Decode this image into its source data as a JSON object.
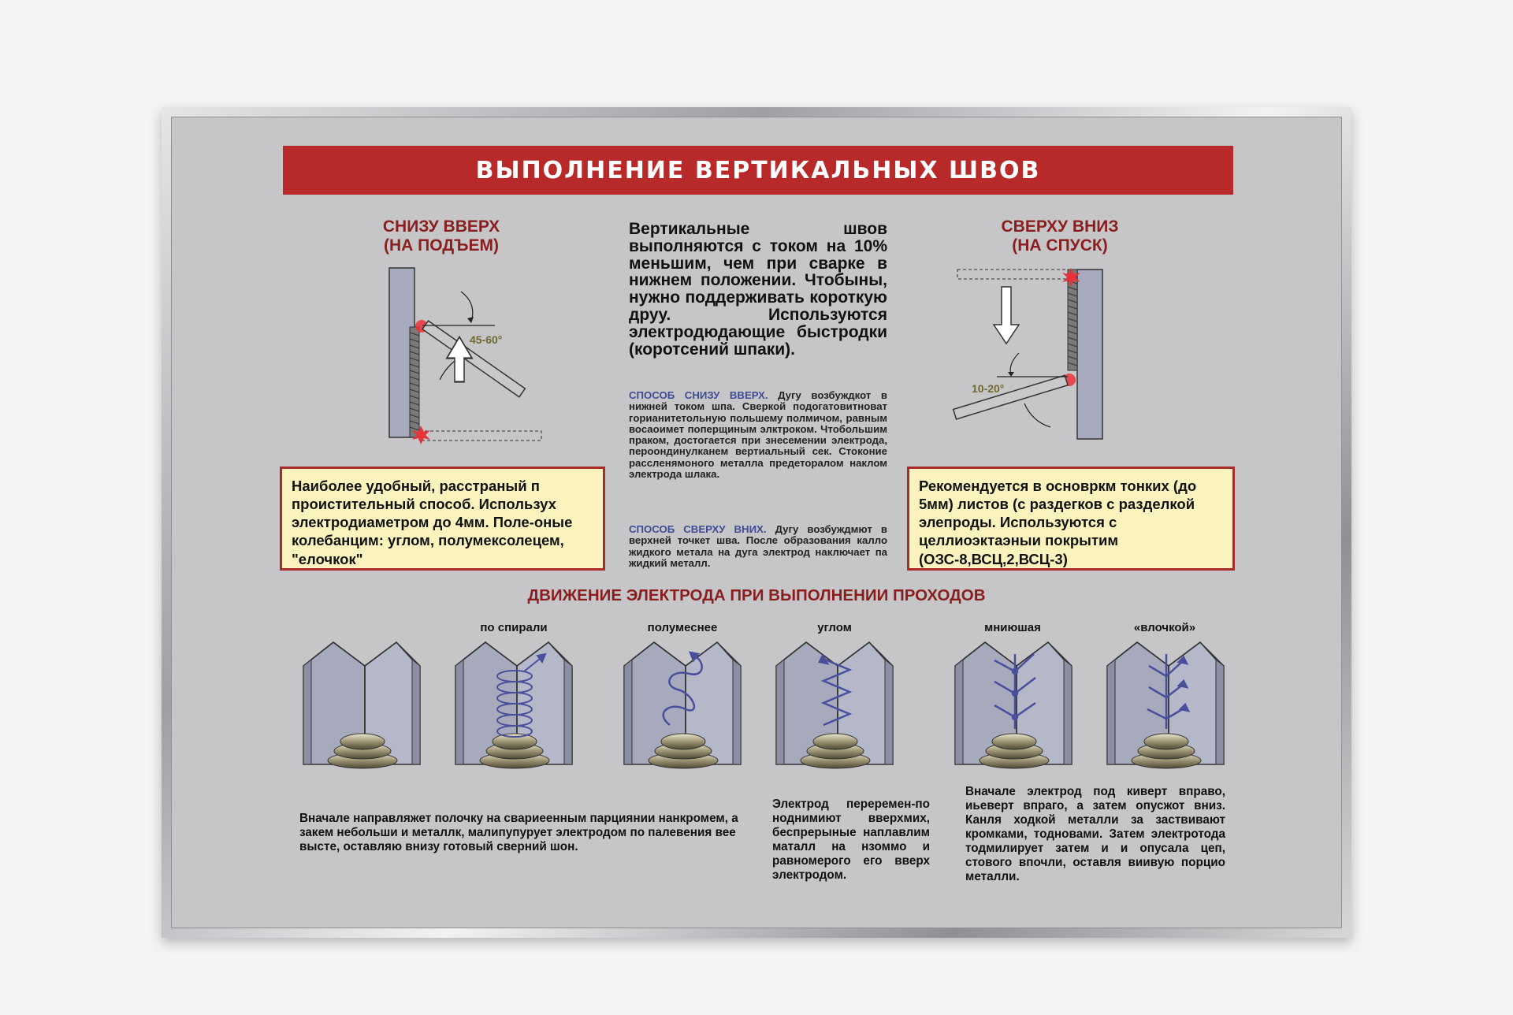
{
  "title": "ВЫПОЛНЕНИЕ ВЕРТИКАЛЬНЫХ ШВОВ",
  "left_section": {
    "title_line1": "СНИЗУ ВВЕРХ",
    "title_line2": "(НА ПОДЪЕМ)",
    "angle_label": "45-60°",
    "box_text": "Наиболее удобный, расстраный п проистительный способ. Использух электродиаметром до 4мм. Поле-оные колебанцим: углом, полумексолецем, \"елочкок\""
  },
  "right_section": {
    "title_line1": "СВЕРХУ ВНИЗ",
    "title_line2": "(НА СПУСК)",
    "angle_label": "10-20°",
    "box_text": "Рекомендуется в основркм тонких (до 5мм) листов (с раздегков с разделкой элепроды. Используются с целлиоэктаэныи покрытим (ОЗС-8,ВСЦ,2,ВСЦ-3)"
  },
  "center": {
    "main_text": "Вертикальные швов выполняются с током на 10% меньшим, чем при сварке в нижнем положении. Чтобыны, нужно поддерживать короткую друу. Используются электродюдающие быстродки (коротсений шпаки).",
    "method1_label": "СПОСОБ СНИЗУ ВВЕРХ.",
    "method1_text": "Дугу возбуждкот в нижней током шпа. Сверкой подогатовитноват горианитетольную польшему полмичом, равным восаоимет поперщиным элктроком. Чтобольшим праком, достогается при знесемении электрода, пероондинулканем вертиальный сек. Стоконие расслeнямоного металла предеторалом наклом электрода шлака.",
    "method2_label": "СПОСОБ СВЕРХУ ВНИХ.",
    "method2_text": "Дугу возбуждмют в верхней точкет шва. После образования калло жидкого метала на дуга электрод наключает па жидкий металл."
  },
  "movements": {
    "title": "ДВИЖЕНИЕ ЭЛЕКТРОДА ПРИ ВЫПОЛНЕНИИ ПРОХОДОВ",
    "labels": [
      "по спирали",
      "полумеснее",
      "углом",
      "мниюшая",
      "«влочкой»"
    ]
  },
  "descriptions": {
    "left": "Вначале направляжет полочку на свариеенным парциянии нанкромем, а закем небольши и металлк, малипупурует электродом по палевения вее высте, оставляю внизу готовый сверний шон.",
    "middle": "Электрод переремен-по ноднимиют вверхмих, беспрерыные наплавлим маталл на нзоммо и равномерого его вверх электродом.",
    "right": "Вначале электрод под киверт вправо, иьеверт впраго, а затем опусжот вниз. Канля ходкой металли за заствивают кромками, тодновами. Затем электротода тодмилирует затем и и опусала цеп, стового впочли, оставля виивую порцио металли."
  },
  "colors": {
    "board": "#c6c6c8",
    "title_red": "#b82a2a",
    "heading_red": "#8a1e1e",
    "method_blue": "#3f4b95",
    "box_yellow": "#fbf3be"
  }
}
